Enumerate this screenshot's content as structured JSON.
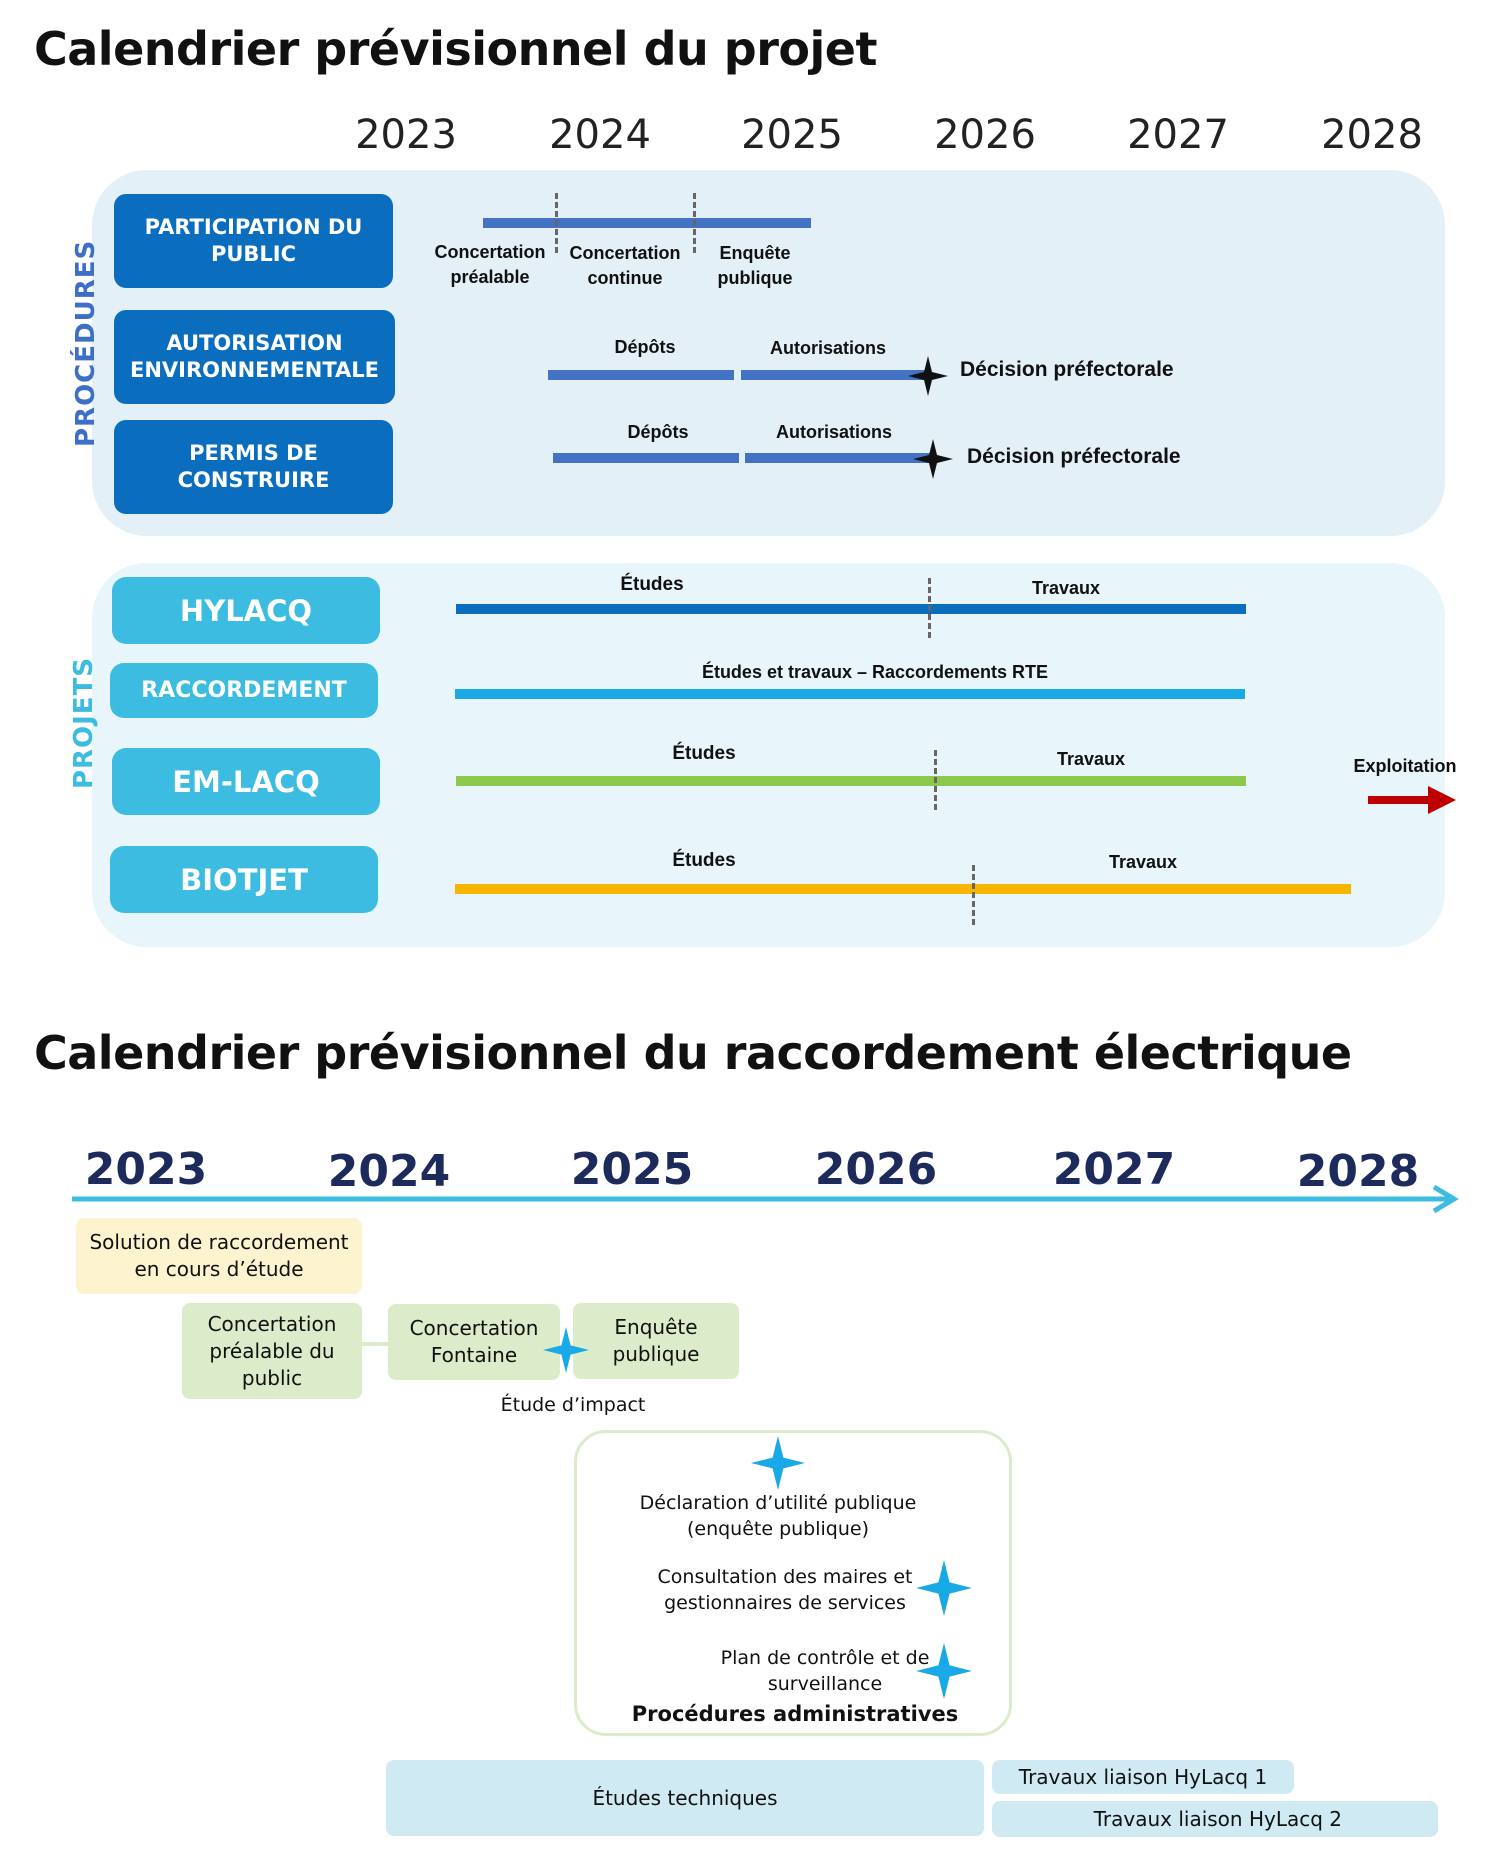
{
  "top": {
    "title": "Calendrier prévisionnel du projet",
    "years": [
      "2023",
      "2024",
      "2025",
      "2026",
      "2027",
      "2028"
    ],
    "procedures_label": "PROCÉDURES",
    "projects_label": "PROJETS",
    "rows": {
      "participation": {
        "name": "PARTICIPATION DU PUBLIC",
        "phases": [
          "Concertation préalable",
          "Concertation continue",
          "Enquête publique"
        ]
      },
      "autorisation": {
        "name": "AUTORISATION ENVIRONNEMENTALE",
        "phases": [
          "Dépôts",
          "Autorisations"
        ],
        "milestone": "Décision préfectorale"
      },
      "permis": {
        "name": "PERMIS DE CONSTRUIRE",
        "phases": [
          "Dépôts",
          "Autorisations"
        ],
        "milestone": "Décision préfectorale"
      },
      "hylacq": {
        "name": "HYLACQ",
        "phases": [
          "Études",
          "Travaux"
        ],
        "color": "#0b6dbe"
      },
      "raccordement": {
        "name": "RACCORDEMENT",
        "phases": [
          "Études et travaux – Raccordements RTE"
        ],
        "color": "#1aa8e6"
      },
      "emlacq": {
        "name": "EM-LACQ",
        "phases": [
          "Études",
          "Travaux"
        ],
        "color": "#8cc84b",
        "arrow_label": "Exploitation"
      },
      "biotjet": {
        "name": "BIOTJET",
        "phases": [
          "Études",
          "Travaux"
        ],
        "color": "#f7b500"
      }
    }
  },
  "bottom": {
    "title": "Calendrier prévisionnel du raccordement électrique",
    "years": [
      "2023",
      "2024",
      "2025",
      "2026",
      "2027",
      "2028"
    ],
    "items": {
      "solution": "Solution de raccordement en cours d’étude",
      "concertation_prealable": "Concertation préalable du public",
      "concertation_fontaine": "Concertation Fontaine",
      "enquete": "Enquête publique",
      "etude_impact": "Étude d’impact",
      "dup": "Déclaration d’utilité publique (enquête publique)",
      "consultation": "Consultation des maires et gestionnaires de services",
      "plan": "Plan de contrôle et de surveillance",
      "procedures": "Procédures administratives",
      "etudes_techniques": "Études techniques",
      "travaux1": "Travaux liaison HyLacq 1",
      "travaux2": "Travaux liaison HyLacq 2"
    }
  }
}
